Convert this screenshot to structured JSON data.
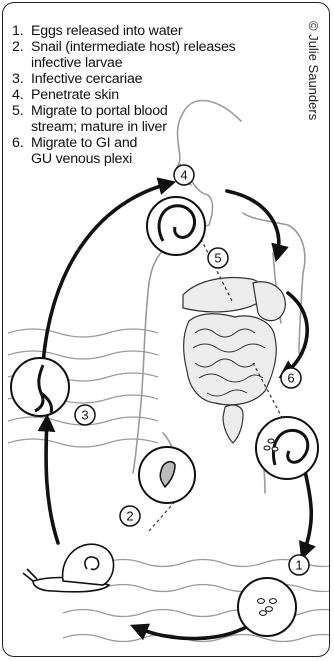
{
  "legend": {
    "items": [
      {
        "number": "1.",
        "text": "Eggs released into water"
      },
      {
        "number": "2.",
        "text": "Snail (intermediate host) releases infective larvae"
      },
      {
        "number": "3.",
        "text": "Infective cercariae"
      },
      {
        "number": "4.",
        "text": "Penetrate skin"
      },
      {
        "number": "5.",
        "text": "Migrate to portal blood stream; mature in liver"
      },
      {
        "number": "6.",
        "text": "Migrate to GI and GU venous plexi"
      }
    ]
  },
  "credit": "© Julie Saunders",
  "stage_markers": [
    "1",
    "2",
    "3",
    "4",
    "5",
    "6"
  ],
  "colors": {
    "ink": "#111111",
    "body_outline": "#9a9a9a",
    "organ_fill": "#ececec",
    "arrow": "#111111"
  }
}
